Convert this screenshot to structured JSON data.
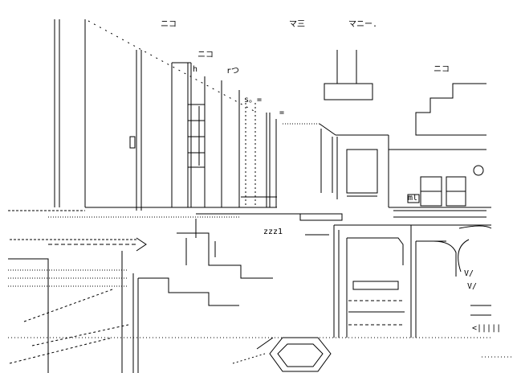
{
  "art": {
    "kind": "ascii-art-interior-scene",
    "stroke_color": "#000000",
    "background_color": "#ffffff",
    "text_fragments": {
      "top_left_glyph": "ニコ",
      "top_right_glyph_a": "マ三",
      "top_right_glyph_b": "マニー.",
      "mid_glyph": "ニコ",
      "right_glyph": "ニコ",
      "h_glyph": "h",
      "r_glyph": "rつ",
      "s_glyph": "s。=",
      "eq_glyph": "=",
      "sleep_text": "zzz1",
      "ml_glyph": "ml",
      "vslash_a": "V/",
      "vslash_b": "V/",
      "ltbar_glyph": "<|||||"
    }
  }
}
